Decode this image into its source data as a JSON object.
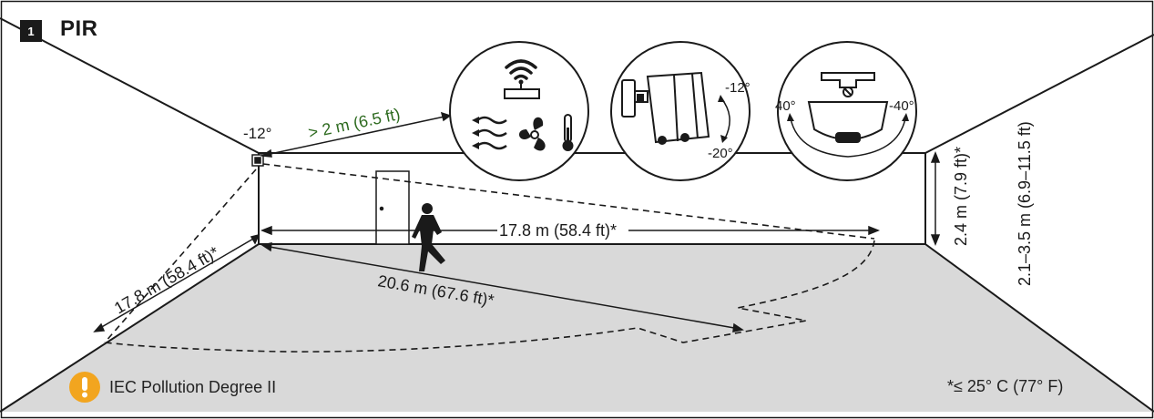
{
  "header": {
    "badge_number": "1",
    "title": "PIR"
  },
  "room": {
    "tilt_label": "-12°",
    "distance_to_object_label": "> 2 m (6.5 ft)",
    "back_wall_width_label": "17.8 m (58.4 ft)*",
    "side_distance_label": "17.8 m (58.4 ft)*",
    "diagonal_distance_label": "20.6 m (67.6 ft)*",
    "mount_height_label": "2.4 m (7.9 ft)*",
    "ceiling_height_range_label": "2.1–3.5 m (6.9–11.5 ft)"
  },
  "detail_circles": {
    "side_view": {
      "up_angle_label": "-12°",
      "down_angle_label": "-20°"
    },
    "top_view": {
      "left_angle_label": "40°",
      "right_angle_label": "-40°"
    }
  },
  "notice": {
    "text": "IEC Pollution Degree II"
  },
  "footnote": {
    "text": "*≤ 25° C (77° F)"
  },
  "colors": {
    "floor": "#d9d9d9",
    "line": "#1a1a1a",
    "accent_green": "#2e6b20",
    "warning": "#f2a51f"
  }
}
